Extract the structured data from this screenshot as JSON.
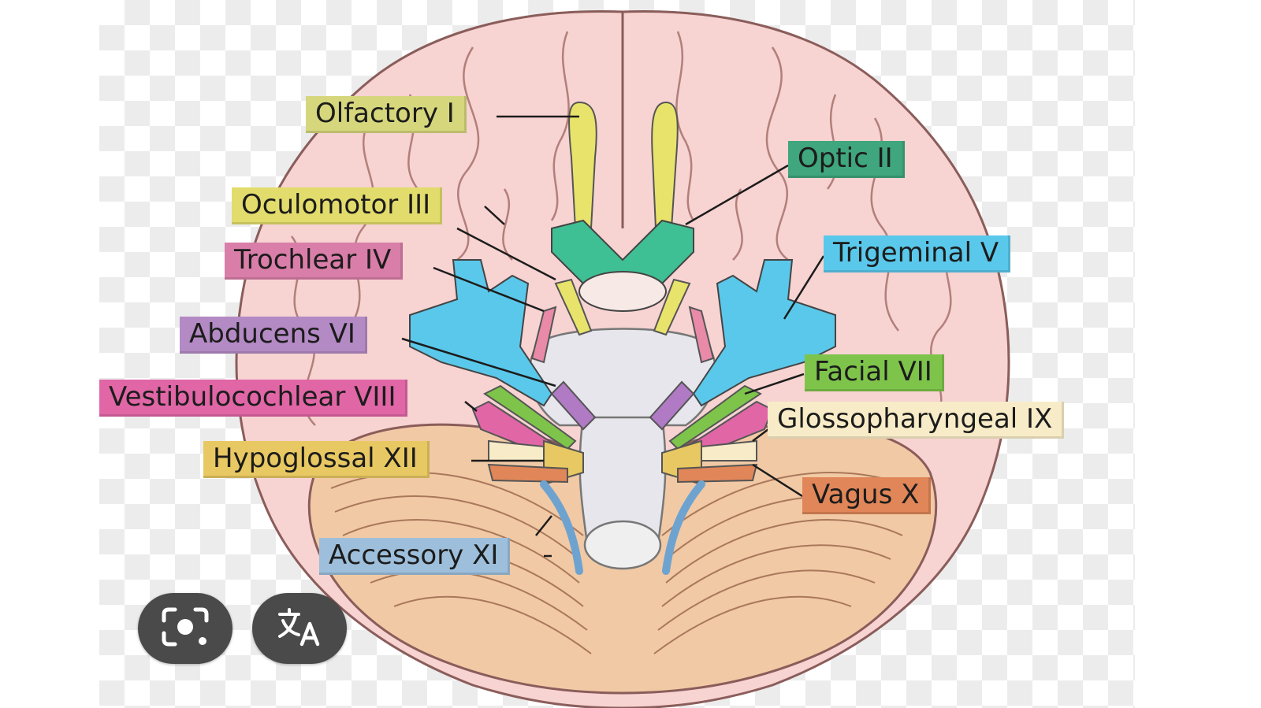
{
  "labels": {
    "olfactory": "Olfactory I",
    "optic": "Optic II",
    "oculomotor": "Oculomotor III",
    "trochlear": "Trochlear IV",
    "trigeminal": "Trigeminal V",
    "abducens": "Abducens VI",
    "facial": "Facial VII",
    "vestibulocochlear": "Vestibulocochlear VIII",
    "glossopharyngeal": "Glossopharyngeal IX",
    "hypoglossal": "Hypoglossal XII",
    "vagus": "Vagus X",
    "accessory": "Accessory XI"
  },
  "colors": {
    "olfactory": "#d6d77c",
    "optic": "#3fa67d",
    "oculomotor": "#e2dc6c",
    "trochlear": "#d97ea8",
    "trigeminal": "#5ac8ea",
    "abducens": "#b38ac4",
    "facial": "#7ec44b",
    "vestibulocochlear": "#e066a6",
    "glossopharyngeal": "#f8ecc8",
    "hypoglossal": "#e8c862",
    "vagus": "#e08658",
    "accessory": "#9dbfdb",
    "brain": "#f7d3d2",
    "cerebellum": "#f1c9a5"
  },
  "actions": {
    "lens_icon": "camera-lens-icon",
    "translate_icon": "translate-icon"
  }
}
